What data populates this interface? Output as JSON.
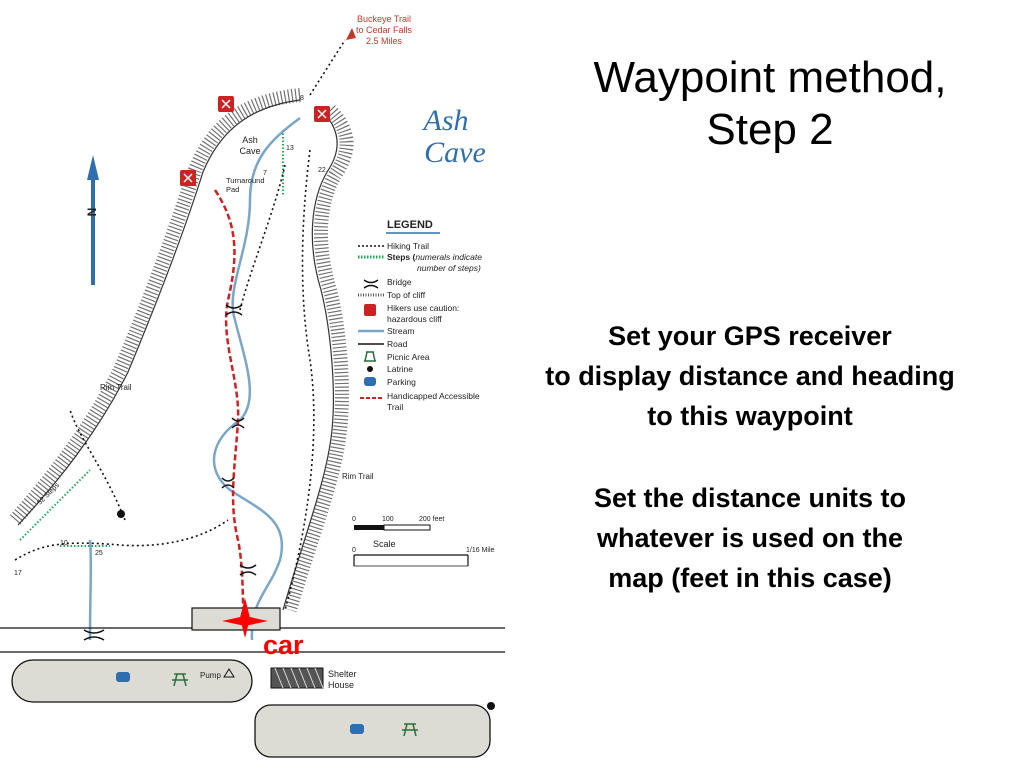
{
  "slide": {
    "title_line1": "Waypoint method,",
    "title_line2": "Step 2",
    "para1": [
      "Set your GPS receiver",
      "to display distance and heading",
      "to this waypoint"
    ],
    "para2": [
      "Set the distance units to",
      "whatever is used on the",
      "map (feet in this case)"
    ]
  },
  "map": {
    "place_name_line1": "Ash",
    "place_name_line2": "Cave",
    "trail_sign_line1": "Buckeye Trail",
    "trail_sign_line2": "to Cedar Falls",
    "trail_sign_line3": "2.5 Miles",
    "north_label": "N",
    "labels": {
      "ash_cave_line1": "Ash",
      "ash_cave_line2": "Cave",
      "turnaround_line1": "Turnaround",
      "turnaround_line2": "Pad",
      "rim_trail_left": "Rim Trail",
      "rim_trail_right": "Rim Trail",
      "pump": "Pump",
      "shelter_line1": "Shelter",
      "shelter_line2": "House",
      "car": "car"
    },
    "step_counts": [
      "13",
      "7",
      "22",
      "52 Steps",
      "10",
      "25",
      "17",
      "8"
    ],
    "legend": {
      "title": "LEGEND",
      "items": [
        {
          "label": "Hiking Trail"
        },
        {
          "label": "Steps (",
          "italic": "numerals indicate"
        },
        {
          "label": "",
          "italic": "number of steps)"
        },
        {
          "label": "Bridge"
        },
        {
          "label": "Top of cliff"
        },
        {
          "label": "Hikers use caution:"
        },
        {
          "label": "hazardous cliff"
        },
        {
          "label": "Stream"
        },
        {
          "label": "Road"
        },
        {
          "label": "Picnic Area"
        },
        {
          "label": "Latrine"
        },
        {
          "label": "Parking"
        },
        {
          "label": "Handicapped Accessible"
        },
        {
          "label": "Trail"
        }
      ]
    },
    "scale": {
      "label": "Scale",
      "ticks_feet": [
        "0",
        "100",
        "200 feet"
      ],
      "ticks_mile": [
        "0",
        "1/16 Mile"
      ]
    },
    "colors": {
      "trail_accessible": "#cc2222",
      "stream": "#7aa6c8",
      "north_arrow": "#2f6fb0",
      "hazard_icon": "#cc2222",
      "car_marker": "#ff0000",
      "place_name": "#2f6fb0",
      "parking_icon": "#2f6fb0",
      "picnic_icon": "#2a6e3a"
    }
  }
}
